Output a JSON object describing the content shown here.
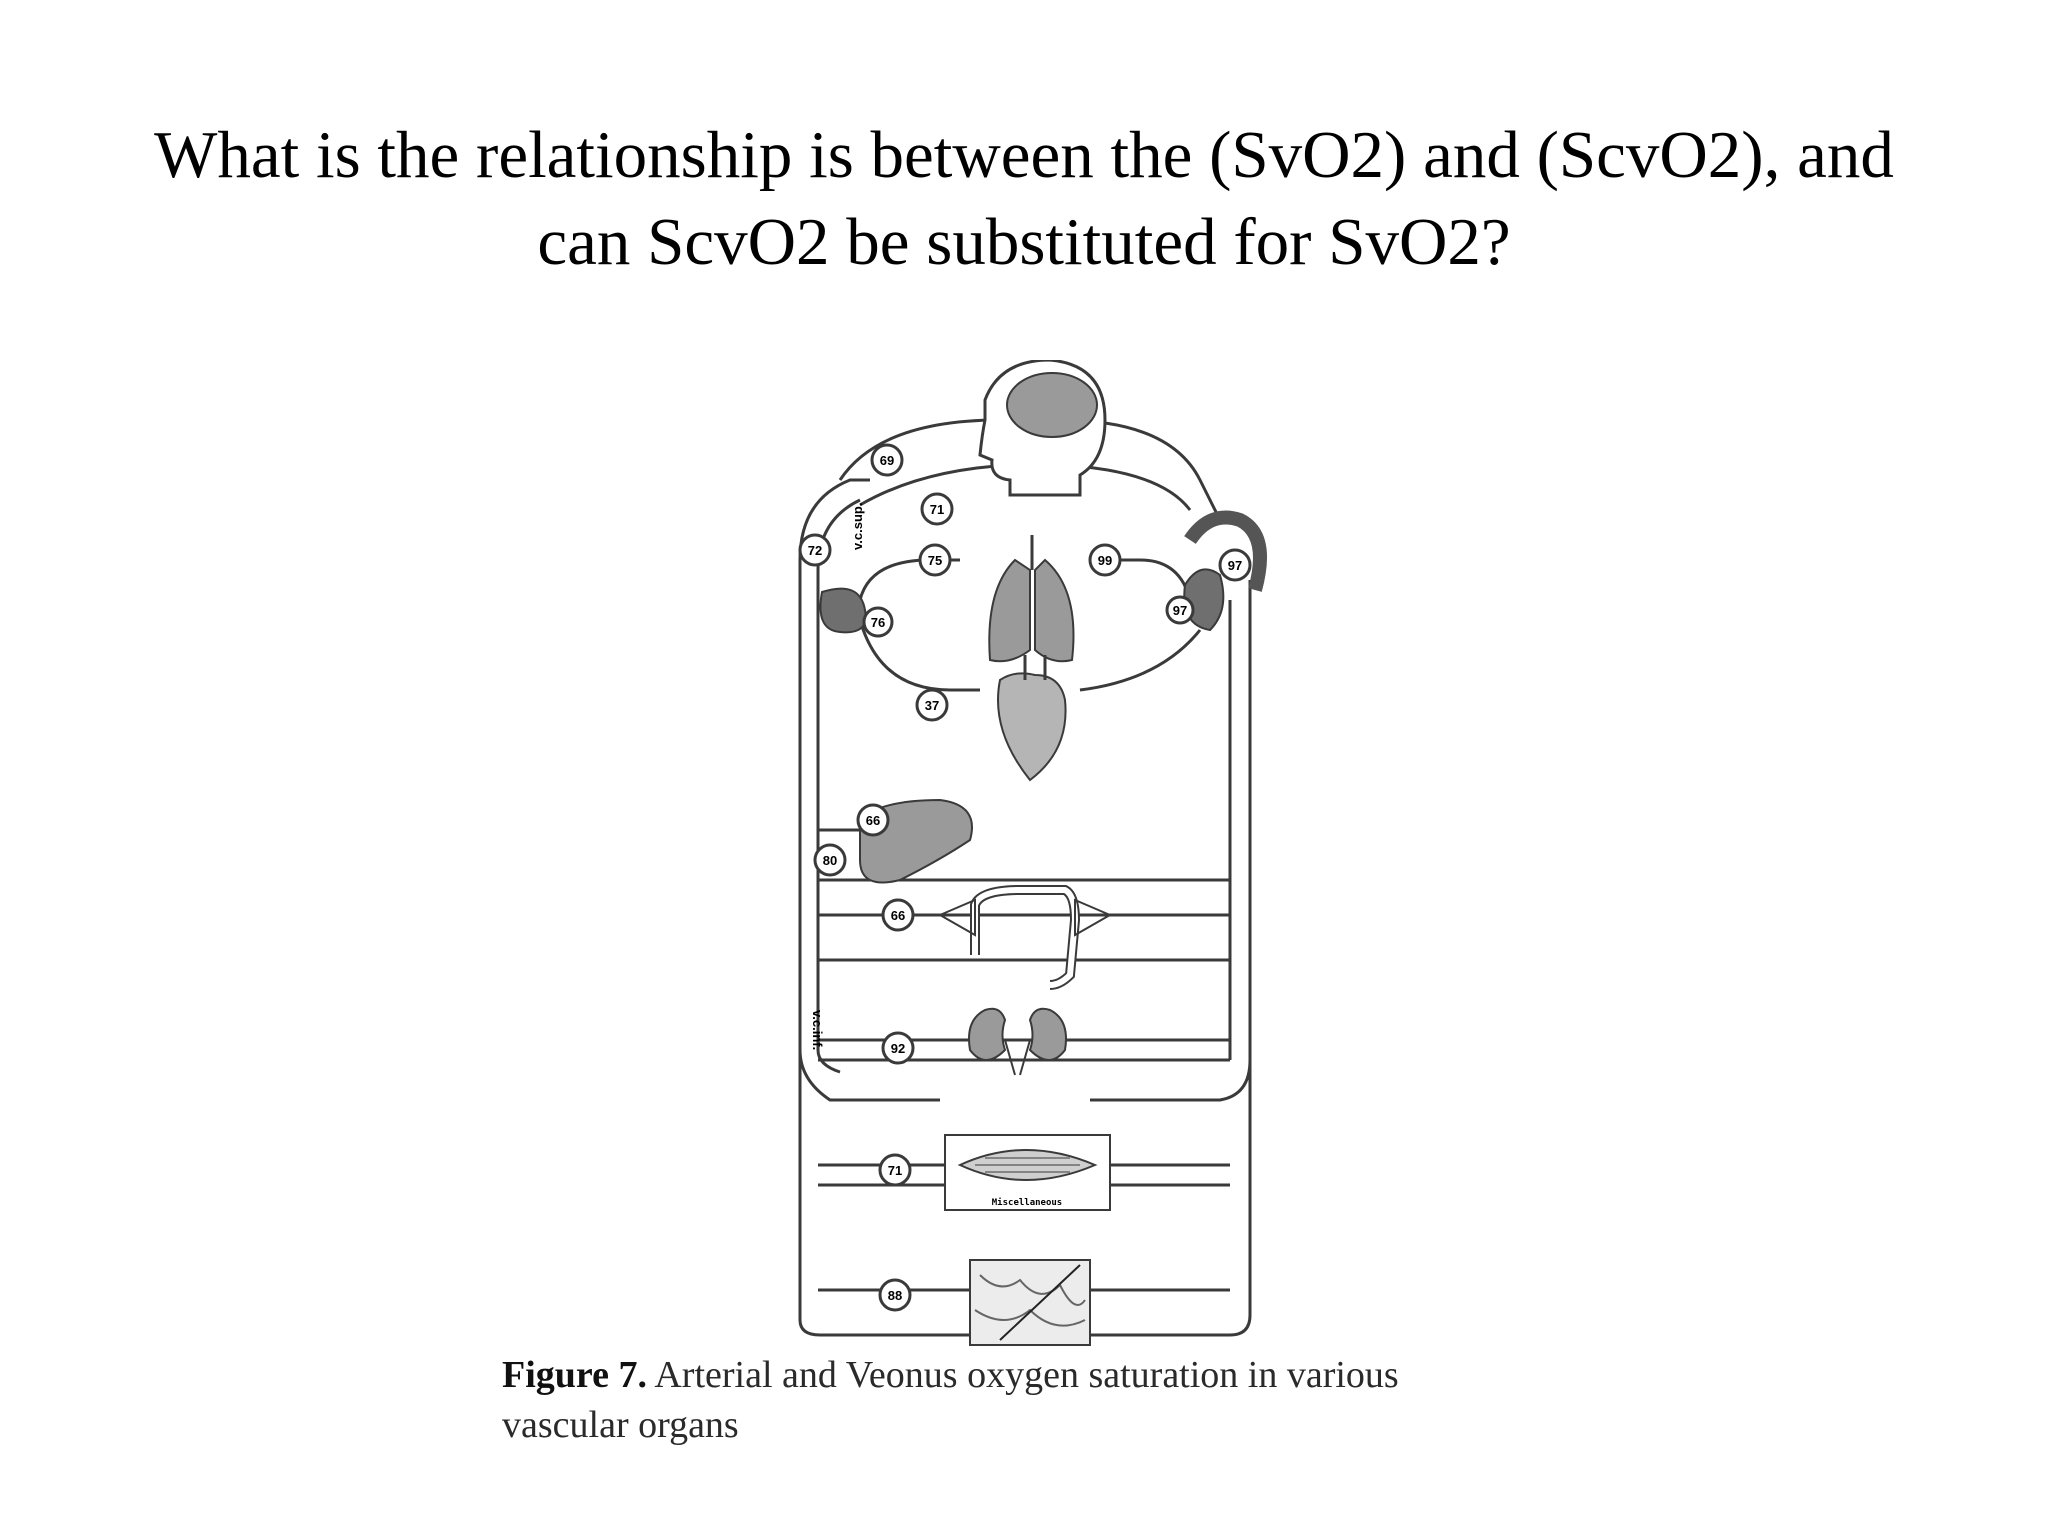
{
  "slide": {
    "title_line1": "What is the relationship is between the (SvO2) and (ScvO2), and",
    "title_line2": "can ScvO2 be substituted for SvO2?"
  },
  "figure": {
    "caption_label": "Figure 7.",
    "caption_line1_text": "Arterial and Veonus oxygen saturation in various",
    "caption_line2": "vascular organs",
    "vessel_label_superior": "v.c.sup.",
    "vessel_label_inferior": "v.c.inf.",
    "misc_label": "Miscellaneous",
    "saturations": {
      "brain_upper": "69",
      "brain_lower": "71",
      "svc": "72",
      "right_heart": "76",
      "pulmonary": "75",
      "coronary_sinus": "37",
      "pulmonary_vein": "99",
      "aorta": "97",
      "left_heart": "97",
      "hepatic": "66",
      "ivc": "80",
      "splanchnic": "66",
      "renal": "92",
      "muscle": "71",
      "lower_body": "88"
    }
  },
  "colors": {
    "vessel_outline": "#3a3a3a",
    "vessel_fill": "#f4f4f4",
    "organ_fill": "#9a9a9a",
    "heart_dark": "#6f6f6f"
  }
}
